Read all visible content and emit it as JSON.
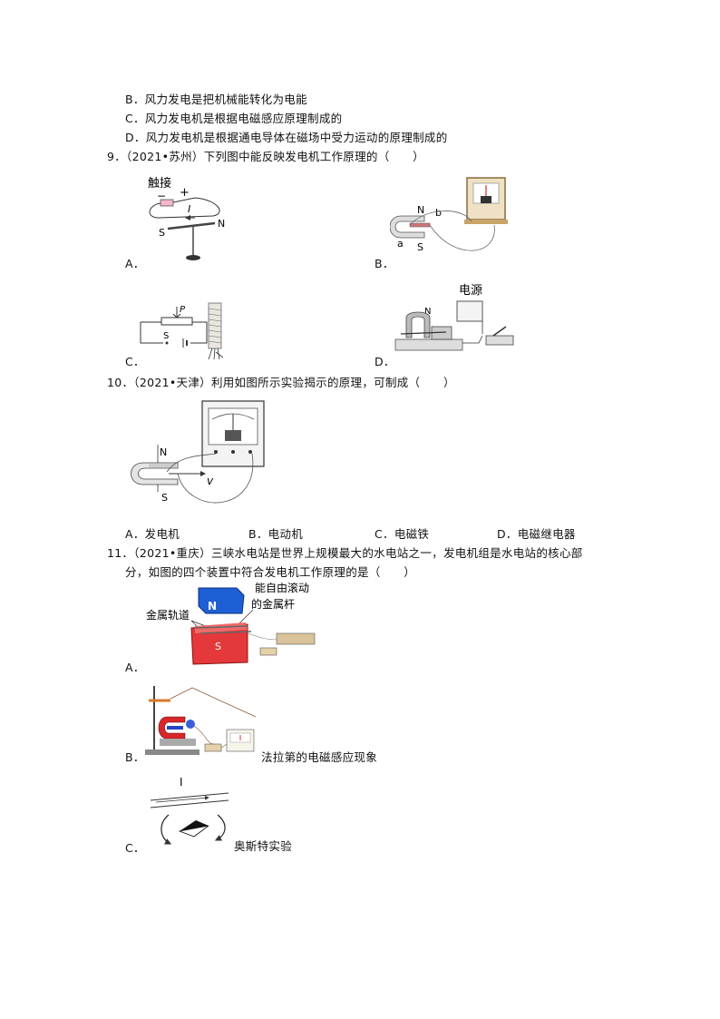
{
  "q8": {
    "option_b": "B．风力发电是把机械能转化为电能",
    "option_c": "C．风力发电机是根据电磁感应原理制成的",
    "option_d": "D．风力发电机是根据通电导体在磁场中受力运动的原理制成的"
  },
  "q9": {
    "stem": "9．（2021•苏州）下列图中能反映发电机工作原理的（　　）",
    "label_a": "A．",
    "label_b": "B．",
    "label_c": "C．",
    "label_d": "D．",
    "fig_a": {
      "touch": "触接",
      "minus": "−",
      "plus": "+",
      "current": "I",
      "north": "N",
      "south": "S"
    },
    "fig_b": {
      "north": "N",
      "south": "S",
      "a": "a",
      "b": "b"
    },
    "fig_c": {
      "p": "P",
      "s": "S"
    },
    "fig_d": {
      "power": "电源",
      "north": "N"
    }
  },
  "q10": {
    "stem": "10．（2021•天津）利用如图所示实验揭示的原理，可制成（　　）",
    "fig": {
      "north": "N",
      "south": "S",
      "v": "v"
    },
    "option_a": "A．发电机",
    "option_b": "B．电动机",
    "option_c": "C．电磁铁",
    "option_d": "D．电磁继电器"
  },
  "q11": {
    "stem_line1": "11．（2021•重庆）三峡水电站是世界上规模最大的水电站之一，发电机组是水电站的核心部",
    "stem_line2": "分，如图的四个装置中符合发电机工作原理的是（　　）",
    "label_a": "A．",
    "label_b": "B．",
    "label_c": "C．",
    "fig_a": {
      "north": "N",
      "south": "S",
      "rod_line1": "能自由滚动",
      "rod_line2": "的金属杆",
      "rail": "金属轨道"
    },
    "caption_b": "法拉第的电磁感应现象",
    "fig_c": {
      "current": "I"
    },
    "caption_c": "奥斯特实验"
  }
}
